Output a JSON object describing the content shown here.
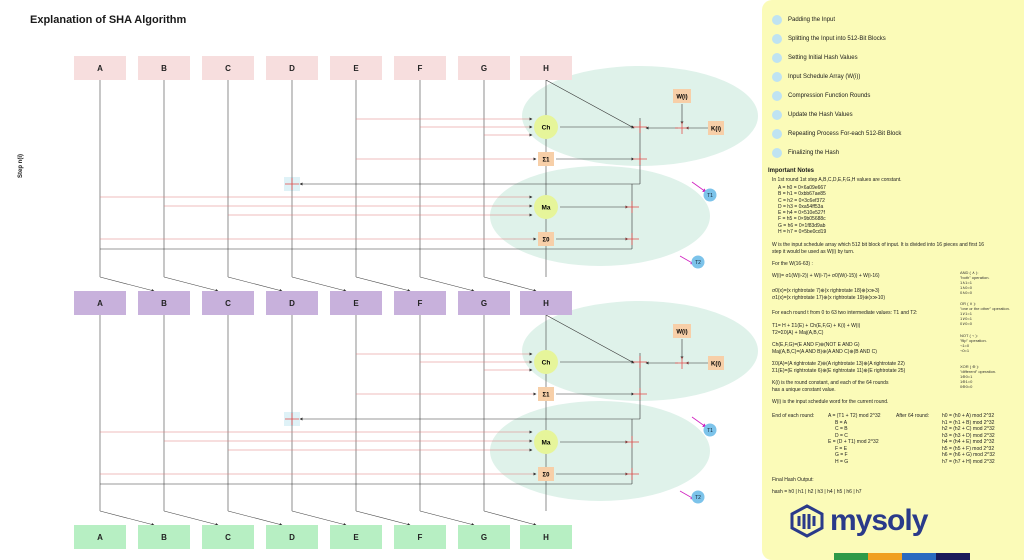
{
  "title": "Explanation of SHA Algorithm",
  "step_label": "Step n(i)",
  "rows": {
    "top": [
      "A",
      "B",
      "C",
      "D",
      "E",
      "F",
      "G",
      "H"
    ],
    "mid": [
      "A",
      "B",
      "C",
      "D",
      "E",
      "F",
      "G",
      "H"
    ],
    "bot": [
      "A",
      "B",
      "C",
      "D",
      "E",
      "F",
      "G",
      "H"
    ]
  },
  "ops": {
    "ch": "Ch",
    "sigma1": "Σ1",
    "ma": "Ma",
    "sigma0": "Σ0",
    "w": "W(i)",
    "k": "K(i)",
    "t1": "T1",
    "t2": "T2"
  },
  "colors": {
    "top_row": "#f7dede",
    "mid_row": "#c8b1dc",
    "bot_row": "#b7efc3",
    "op_circle": "#e6f59a",
    "op_square": "#f7cfa8",
    "ellipse": "#dff2ea",
    "panel": "#fbfbb8",
    "step_dot": "#bfe3f2",
    "t_dot": "#7cc3ea"
  },
  "steps": [
    "Padding the Input",
    "Splitting the Input into 512-Bit Blocks",
    "Setting Initial Hash Values",
    "Input Schedule Array (W(i))",
    "Compression Function Rounds",
    "Update the Hash Values",
    "Repeating Process For-each 512-Bit Block",
    "Finalizing the Hash"
  ],
  "notes": {
    "heading": "Important Notes",
    "n1": "In 1st round 1st step A,B,C,D,E,F,G,H values are constant.",
    "init": "A = h0 = 0×6a09e667\nB = h1 = 0xbb67ae85\nC = h2 = 0×3c6ef372\nD = h3 = 0xa54ff53a\nE = h4 = 0×510e527f\nF = h5 = 0×9b05688c\nG = h6 = 0×1f83d9ab\nH = h7 = 0×5be0cd19",
    "w_desc": "W is the input schedule array which 512 bit block of input. It is divided into 16 pieces and first 16\nstep it would be used as W(i) by turn.",
    "w_for": "For the W(16-63) :",
    "w_formula": "W(i)= σ1(W(i-2)) + W(i-7)+ σ0(W(i-15)) + W(i-16)",
    "sigmas": "σ0(x)=(x rightrotate 7)⊕(x rightrotate 18)⊕(x≫3)\nσ1(x)=(x rightrotate 17)⊕(x rightrotate 19)⊕(x≫10)",
    "and_note": "AND ( ∧ ):\n\"both\" operation.\n1∧1=1\n1∧0=0\n0∧0=0",
    "or_note": "OR ( ∨ ):\n\"one or the other\" operation.\n1∨1=1\n1∨0=1\n0∨0=0",
    "not_note": "NOT ( ¬ ):\n\"flip\" operation.\n¬1=0\n¬0=1",
    "xor_note": "XOR ( ⊕ ):\n\"different\" operation.\n1⊕0=1\n1⊕1=0\n0⊕0=0",
    "rounds": "For each round t from 0 to 63 two intermediate values: T1 and T2:",
    "t_formulas": "T1= H + Σ1(E) + Ch(E,F,G) + K(i) + W(i)\nT2=Σ0(A) + Maj(A,B,C)",
    "ch_maj": "Ch(E,F,G)=(E AND F)⊕(NOT E AND G)\nMaj(A,B,C)=(A AND B)⊕(A AND C)⊕(B AND C)",
    "big_sigmas": "Σ0(A)=(A rightrotate 2)⊕(A rightrotate 13)⊕(A rightrotate 22)\nΣ1(E)=(E rightrotate 6)⊕(E rightrotate 11)⊕(E rightrotate 25)",
    "k_desc": "K(i) is the round constant, and each of the 64 rounds\nhas a unique constant value.",
    "w_word": "W(i) is the input schedule word for the current round.",
    "end_label": "End of each round:",
    "end_values": "A = (T1 + T2) mod 2^32\n     B = A\n     C = B\n     D = C\nE = (D + T1) mod 2^32\n     F = E\n     G = F\n     H = G",
    "after_label": "After 64 round:",
    "after_values": "h0 = (h0 + A) mod 2^32\nh1 = (h1 + B) mod 2^32\nh2 = (h2 + C) mod 2^32\nh3 = (h3 + D) mod 2^32\nh4 = (h4 + E) mod 2^32\nh5 = (h5 + F) mod 2^32\nh6 = (h6 + G) mod 2^32\nh7 = (h7 + H) mod 2^32",
    "final_label": "Final Hash Output:",
    "final_formula": "hash = h0 | h1 | h2 | h3 | h4 | h5 | h6 | h7"
  },
  "brand": {
    "name": "mysoly",
    "color": "#2a3a8a",
    "bars": [
      "#2e9a48",
      "#f0a020",
      "#2a6ac0",
      "#1a1a5a"
    ]
  }
}
